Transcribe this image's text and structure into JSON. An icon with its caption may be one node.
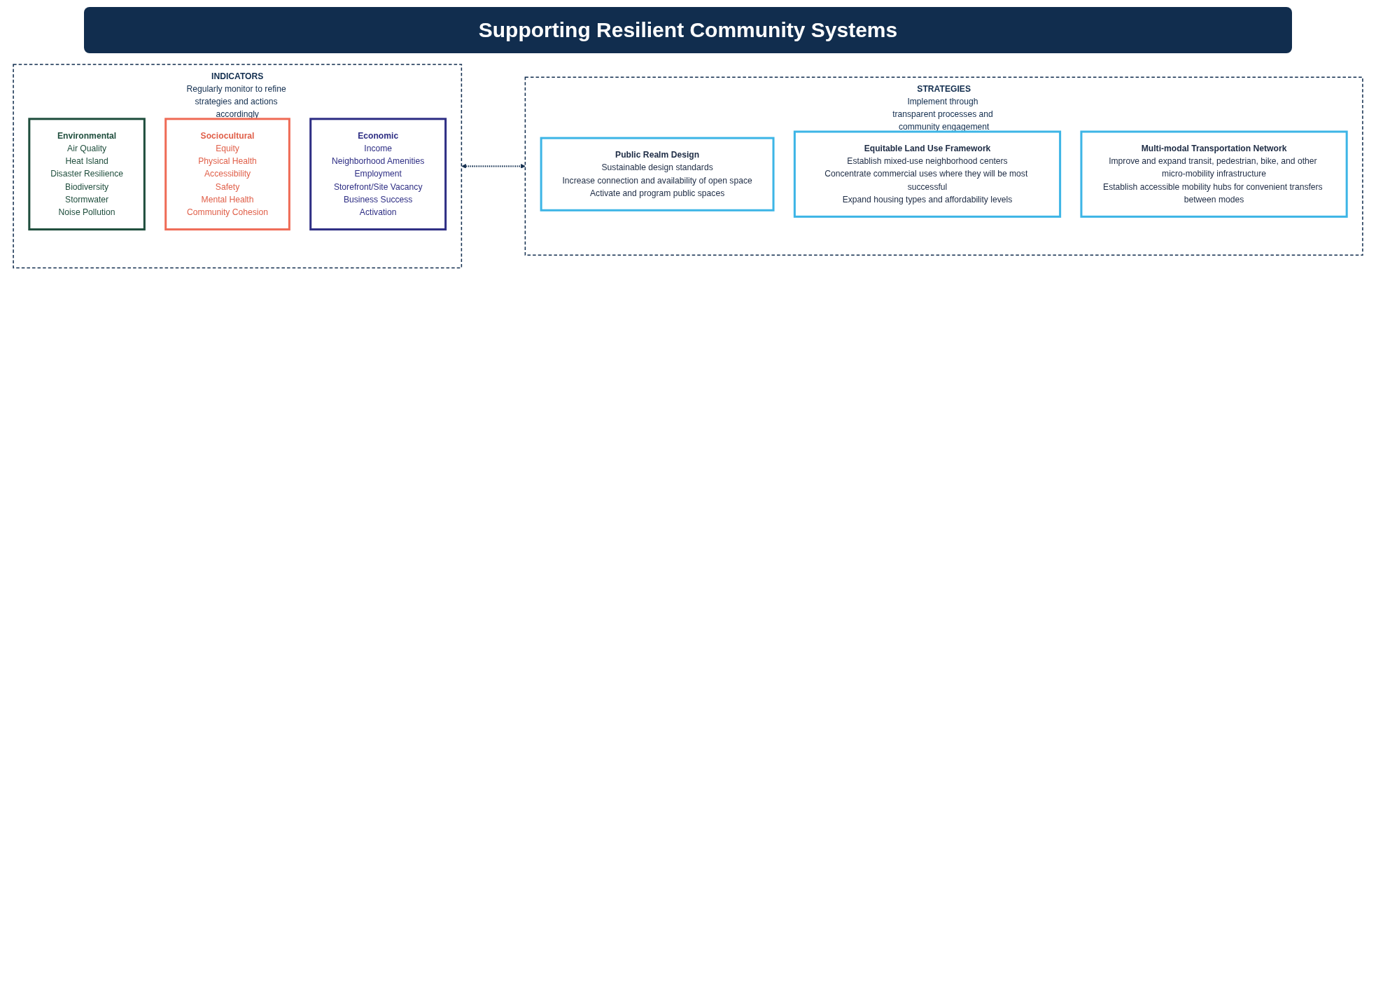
{
  "diagram": {
    "title": "Supporting Resilient Community Systems",
    "nodes": [
      {
        "text": [
          "INDICATORS",
          "Regularly monitor to refine strategies and actions accordingly"
        ]
      },
      {
        "text": [
          "Environmental",
          "Air Quality",
          "Heat Island",
          "Disaster Resilience",
          "Biodiversity",
          "Stormwater",
          "Noise Pollution"
        ],
        "in": 0
      },
      {
        "text": [
          "Sociocultural",
          "Equity",
          "Physical Health",
          "Accessibility",
          "Safety",
          "Mental Health",
          "Community Cohesion"
        ],
        "in": 0
      },
      {
        "text": [
          "Economic",
          "Income",
          "Neighborhood Amenities",
          "Employment",
          "Storefront/Site Vacancy",
          "Business Success",
          "Activation"
        ],
        "in": 0
      },
      {
        "text": [
          "STRATEGIES",
          "Implement through transparent processes and community engagement"
        ]
      },
      {
        "text": [
          "Public Realm Design",
          "Sustainable design standards",
          "Increase connection and availability of open space",
          "Activate and program public spaces"
        ],
        "in": 4
      },
      {
        "text": [
          "Equitable Land Use Framework",
          "Establish mixed-use neighborhood centers",
          "Concentrate commercial uses where they will be most successful",
          "Expand housing types and affordability levels"
        ],
        "in": 4
      },
      {
        "text": [
          "Multi-modal Transportation Network",
          "Improve and expand transit, pedestrian, bike, and other micro-mobility infrastructure",
          "Establish accessible mobility hubs for convenient transfers between modes"
        ],
        "in": 4
      }
    ],
    "edges": [
      {
        "from": 0,
        "to": 4,
        "arrow": "both",
        "style": "dashed"
      }
    ]
  }
}
